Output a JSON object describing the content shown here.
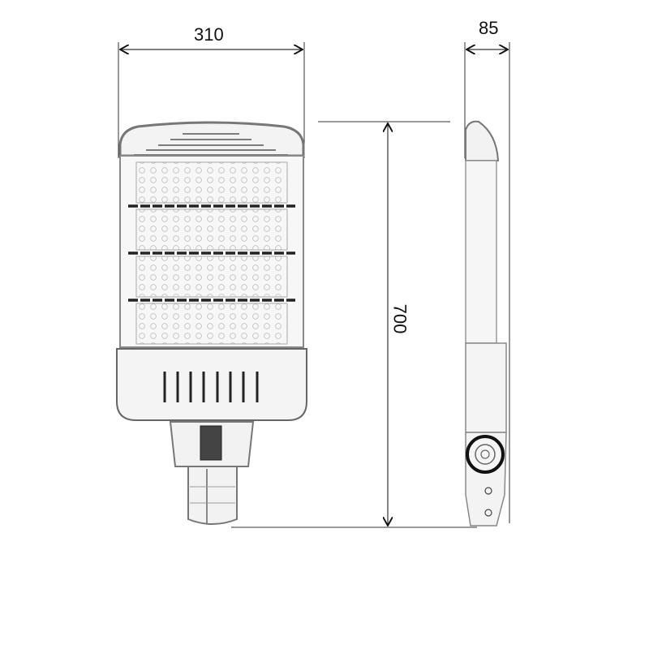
{
  "diagram": {
    "type": "technical-drawing",
    "subject": "LED street light (front and side views)",
    "dimensions": {
      "width": {
        "value": "310"
      },
      "depth": {
        "value": "85"
      },
      "height": {
        "value": "700"
      }
    },
    "front_view": {
      "led_modules": 4,
      "vent_slots": 8
    },
    "colors": {
      "line": "#333333",
      "body_fill": "#f2f2f2",
      "outline": "#555555",
      "dark": "#222222"
    }
  }
}
